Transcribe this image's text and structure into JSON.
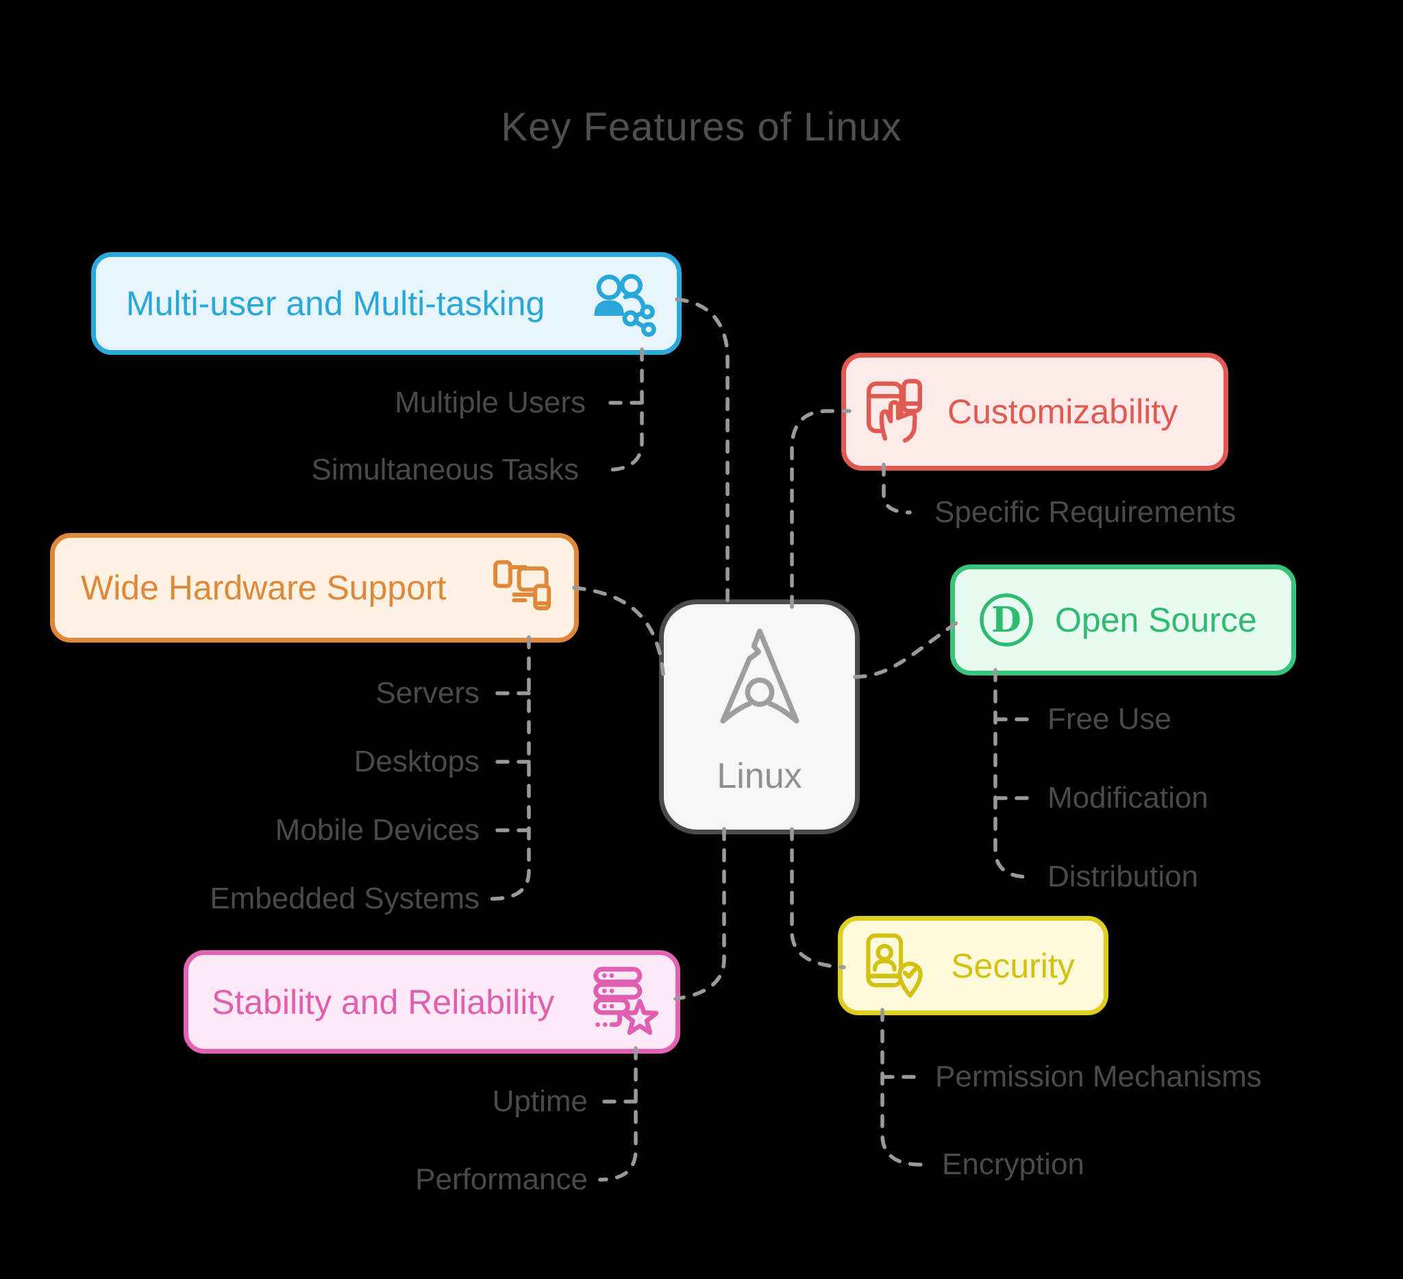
{
  "title": "Key Features of Linux",
  "center": {
    "label": "Linux",
    "logo": "arch-linux-logo"
  },
  "connector_color": "#9a9a9a",
  "background_color": "#000000",
  "branches": [
    {
      "id": "multi-user",
      "label": "Multi-user and Multi-tasking",
      "icon": "users-network-icon",
      "accent": "#2aa7d9",
      "fill": "#e6f5fc",
      "children": [
        "Multiple Users",
        "Simultaneous Tasks"
      ]
    },
    {
      "id": "customizability",
      "label": "Customizability",
      "icon": "devices-hand-icon",
      "accent": "#e05a52",
      "fill": "#fdeae8",
      "children": [
        "Specific Requirements"
      ]
    },
    {
      "id": "hardware",
      "label": "Wide Hardware Support",
      "icon": "multi-device-icon",
      "accent": "#e0883a",
      "fill": "#fdf1e2",
      "children": [
        "Servers",
        "Desktops",
        "Mobile Devices",
        "Embedded Systems"
      ]
    },
    {
      "id": "open-source",
      "label": "Open Source",
      "icon": "circled-d-icon",
      "accent": "#2eba71",
      "fill": "#e7fbf0",
      "children": [
        "Free Use",
        "Modification",
        "Distribution"
      ]
    },
    {
      "id": "stability",
      "label": "Stability and Reliability",
      "icon": "server-star-icon",
      "accent": "#e05fb0",
      "fill": "#fce9f5",
      "children": [
        "Uptime",
        "Performance"
      ]
    },
    {
      "id": "security",
      "label": "Security",
      "icon": "id-card-pin-icon",
      "accent": "#d2c113",
      "fill": "#fcf9da",
      "children": [
        "Permission Mechanisms",
        "Encryption"
      ]
    }
  ]
}
